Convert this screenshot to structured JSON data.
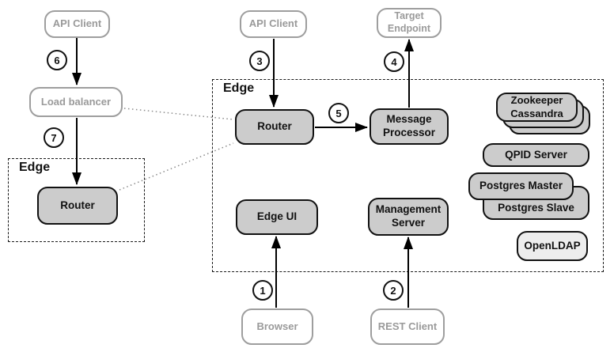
{
  "diagram": {
    "groups": {
      "edge_left": {
        "label": "Edge"
      },
      "edge_main": {
        "label": "Edge"
      }
    },
    "nodes": {
      "api_client_left": {
        "label": "API Client"
      },
      "load_balancer": {
        "label": "Load balancer"
      },
      "router_small": {
        "label": "Router"
      },
      "api_client_mid": {
        "label": "API Client"
      },
      "target_endpoint": {
        "line1": "Target",
        "line2": "Endpoint"
      },
      "router_main": {
        "label": "Router"
      },
      "message_processor": {
        "line1": "Message",
        "line2": "Processor"
      },
      "edge_ui": {
        "label": "Edge UI"
      },
      "management_server": {
        "line1": "Management",
        "line2": "Server"
      },
      "zookeeper_cassandra": {
        "line1": "Zookeeper",
        "line2": "Cassandra"
      },
      "qpid_server": {
        "label": "QPID Server"
      },
      "postgres_master": {
        "label": "Postgres Master"
      },
      "postgres_slave": {
        "label": "Postgres Slave"
      },
      "openldap": {
        "label": "OpenLDAP"
      },
      "browser": {
        "label": "Browser"
      },
      "rest_client": {
        "label": "REST Client"
      }
    },
    "steps": [
      "1",
      "2",
      "3",
      "4",
      "5",
      "6",
      "7"
    ],
    "colors": {
      "component_fill": "#cccccc",
      "component_border": "#111111",
      "openldap_fill": "#ededed",
      "client_border": "#9e9e9e",
      "client_text": "#9a9a9a",
      "line": "#000000",
      "dotted_line": "#8a8a8a"
    }
  }
}
